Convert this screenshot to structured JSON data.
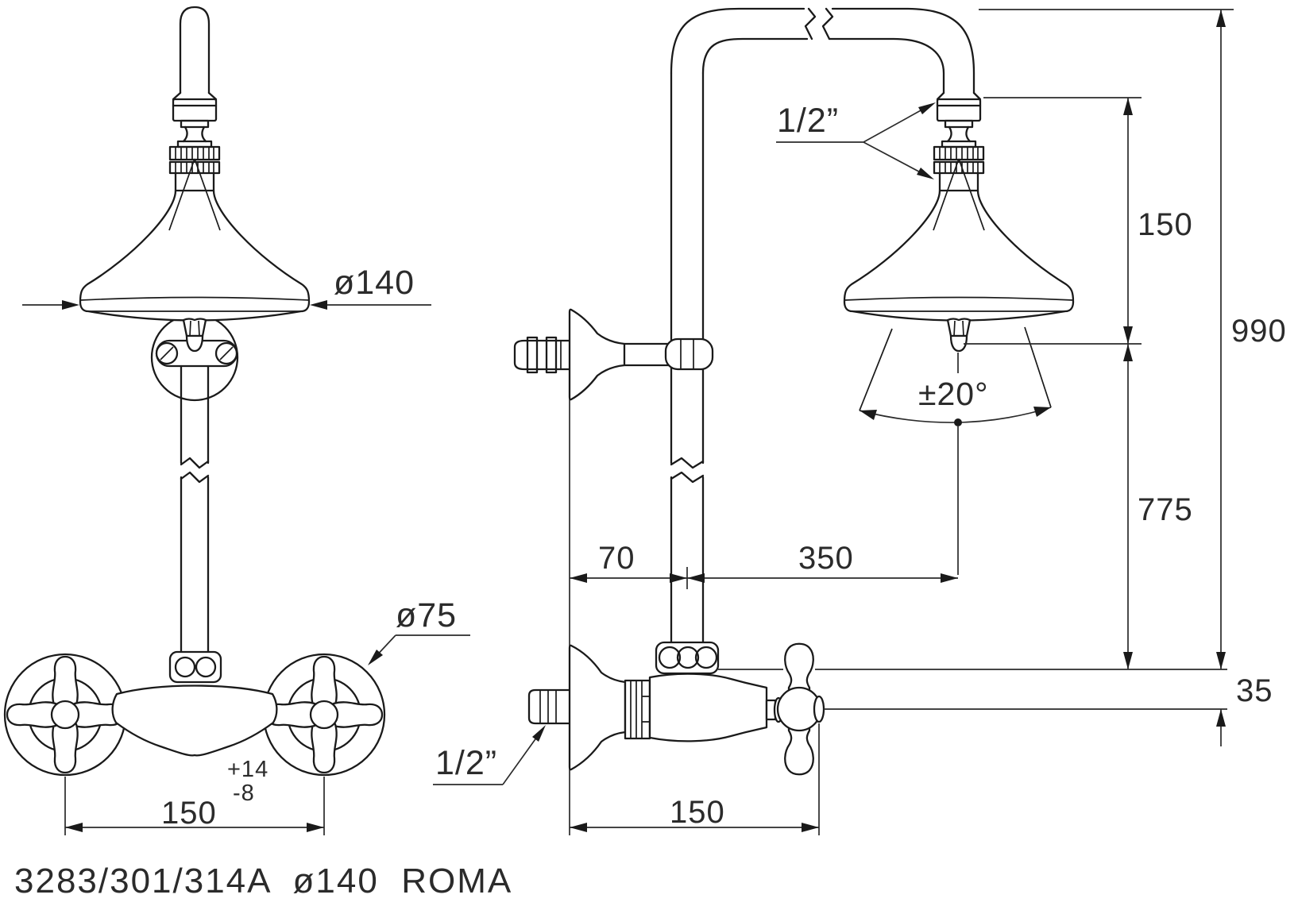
{
  "drawing": {
    "caption": "3283/301/314A  ø140  ROMA",
    "dimensions": {
      "head_diameter": "ø140",
      "handle_diameter": "ø75",
      "centers_value": "150",
      "centers_tol_upper": "+14",
      "centers_tol_lower": "-8",
      "wall_offset": "70",
      "head_reach": "350",
      "head_height": "150",
      "riser_height": "775",
      "total_height": "990",
      "axis_offset": "35",
      "valve_depth": "150",
      "swivel_angle": "±20°",
      "thread_top": "1/2”",
      "thread_inlet": "1/2”"
    },
    "colors": {
      "line": "#1a1a1a",
      "background": "#ffffff"
    }
  }
}
